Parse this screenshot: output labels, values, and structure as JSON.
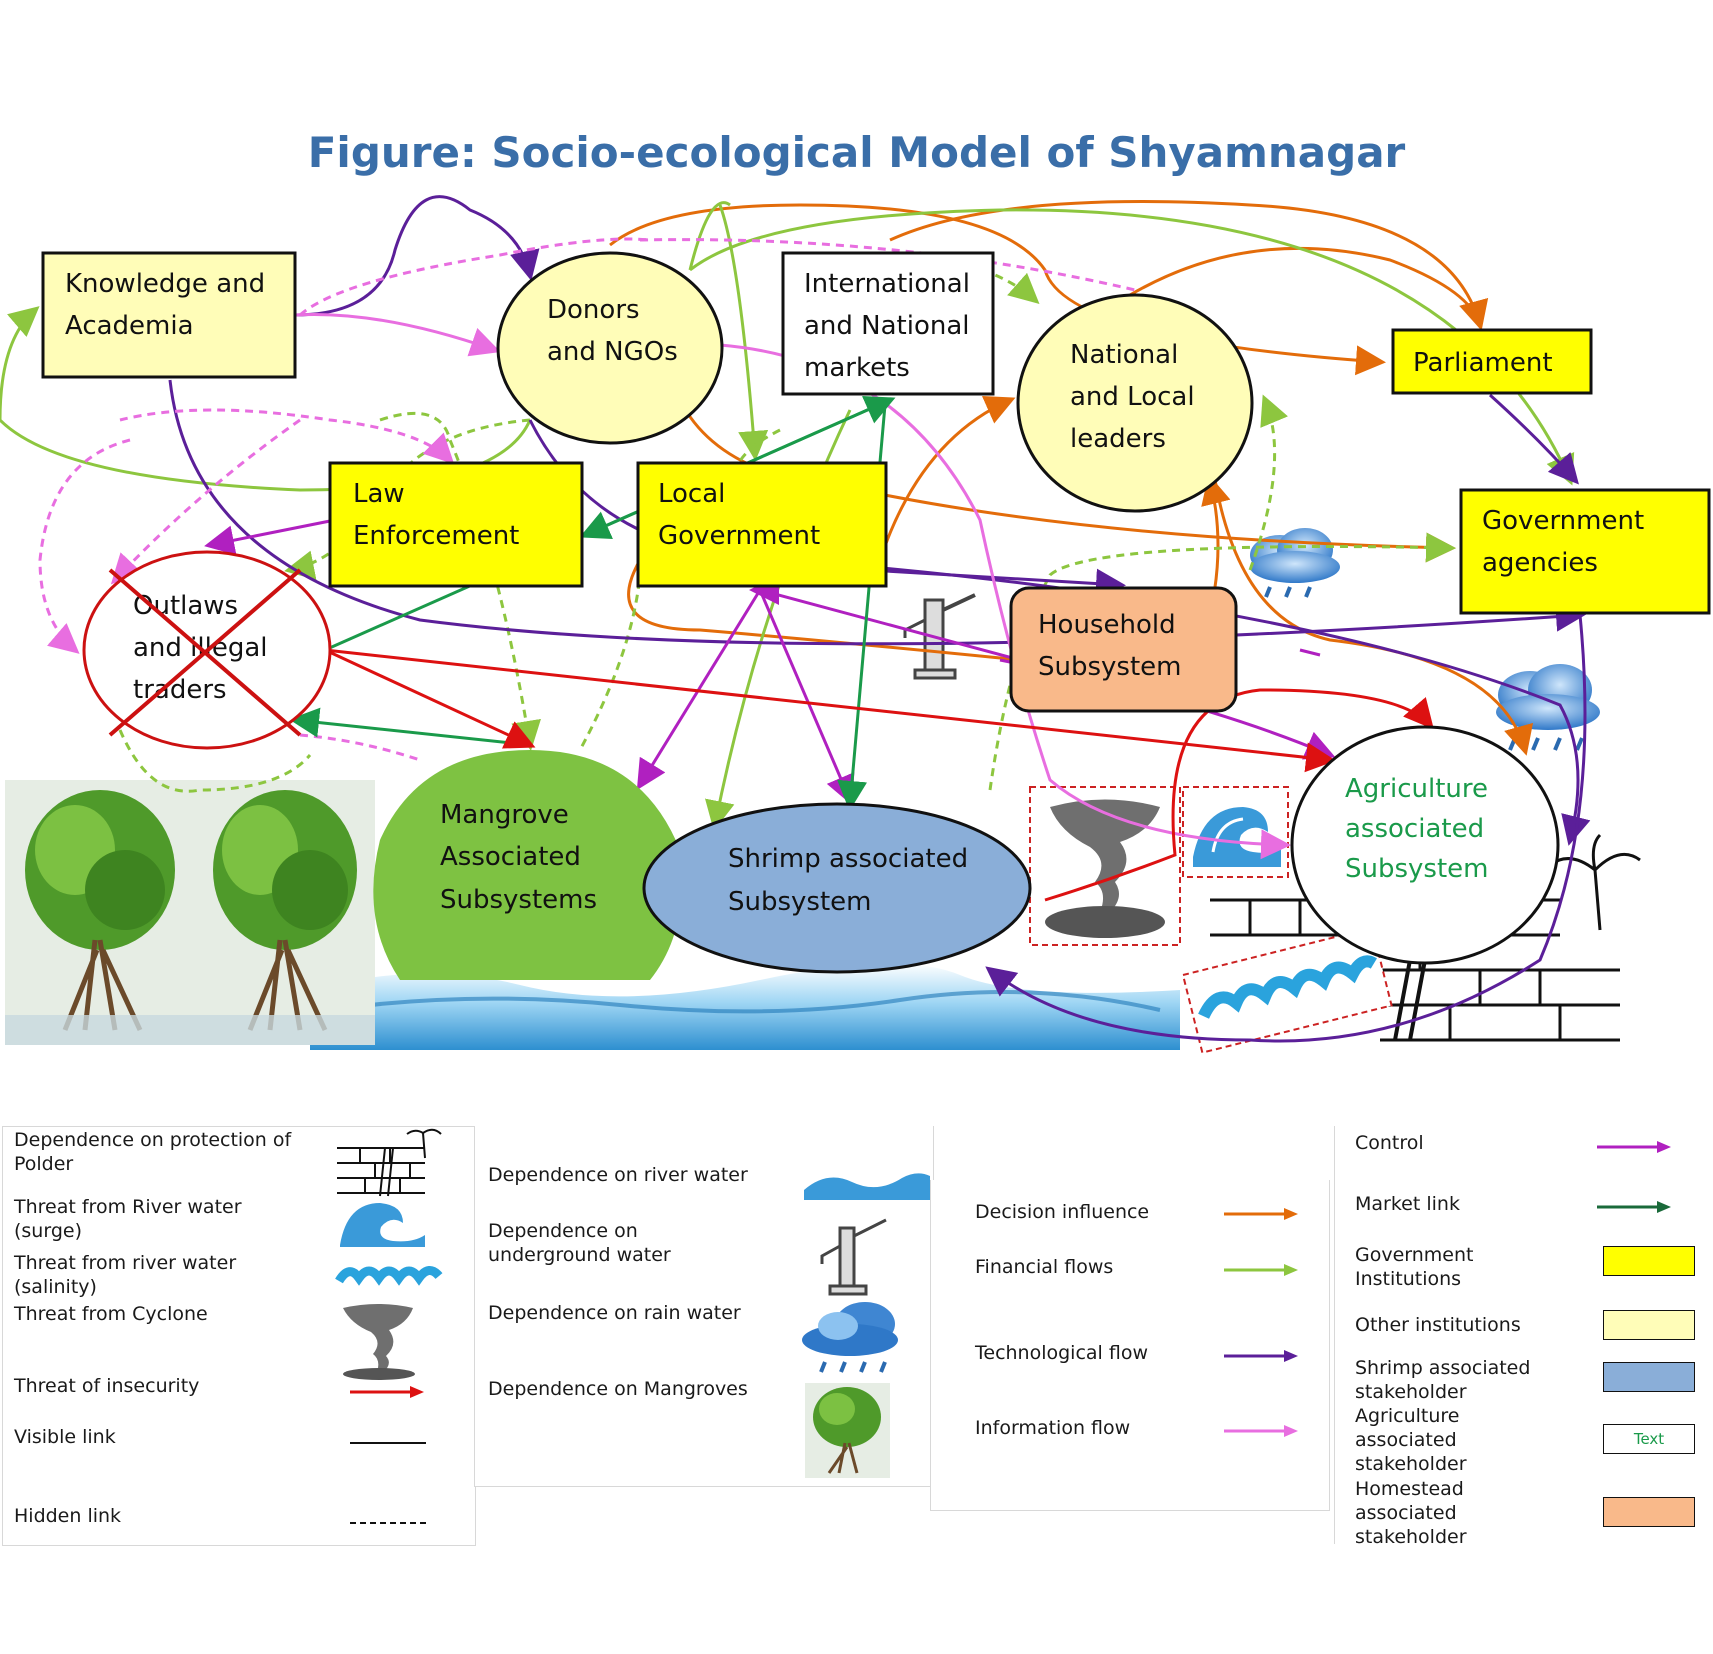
{
  "title": "Figure: Socio-ecological Model of Shyamnagar",
  "nodes": {
    "knowledge": [
      "Knowledge and",
      "Academia"
    ],
    "donors": [
      "Donors",
      "and NGOs"
    ],
    "markets": [
      "International",
      "and National",
      "markets"
    ],
    "leaders": [
      "National",
      "and Local",
      "leaders"
    ],
    "parliament": [
      "Parliament"
    ],
    "gov_agencies": [
      "Government",
      "agencies"
    ],
    "law": [
      "Law",
      "Enforcement"
    ],
    "local_gov": [
      "Local",
      "Government"
    ],
    "outlaws": [
      "Outlaws",
      "and illegal",
      "traders"
    ],
    "household": [
      "Household",
      "Subsystem"
    ],
    "mangrove": [
      "Mangrove",
      "Associated",
      "Subsystems"
    ],
    "shrimp": [
      "Shrimp associated",
      "Subsystem"
    ],
    "agriculture": [
      "Agriculture",
      "associated",
      "Subsystem"
    ]
  },
  "legend": {
    "col1": {
      "polder": "Dependence on protection of Polder",
      "surge": "Threat from River water (surge)",
      "salinity": "Threat from river water (salinity)",
      "cyclone": "Threat from Cyclone",
      "insecurity": "Threat of insecurity",
      "visible": "Visible link",
      "hidden": "Hidden link"
    },
    "col2": {
      "river": "Dependence on river water",
      "underground": "Dependence on underground water",
      "rain": "Dependence on rain water",
      "mangroves": "Dependence on Mangroves"
    },
    "col3": {
      "decision": "Decision influence",
      "financial": "Financial flows",
      "technological": "Technological flow",
      "information": "Information flow"
    },
    "col4": {
      "control": "Control",
      "market": "Market link",
      "gov_inst": "Government Institutions",
      "other_inst": "Other institutions",
      "shrimp_st": "Shrimp associated stakeholder",
      "agri_st": "Agriculture associated stakeholder",
      "agri_sample": "Text",
      "homestead_st": "Homestead associated stakeholder"
    }
  },
  "colors": {
    "decision": "#e36c0a",
    "financial": "#8dc63f",
    "technological": "#5b1f99",
    "information": "#e86ee0",
    "control": "#b020c0",
    "market": "#1a9a4a",
    "insecurity": "#dd1111",
    "gov": "#ffff00",
    "other": "#fffdb8",
    "shrimp": "#8aaed8",
    "household": "#f9b98a",
    "mangrove": "#7ec242",
    "title": "#3a6ea8",
    "agri_text": "#1a9a4a"
  }
}
